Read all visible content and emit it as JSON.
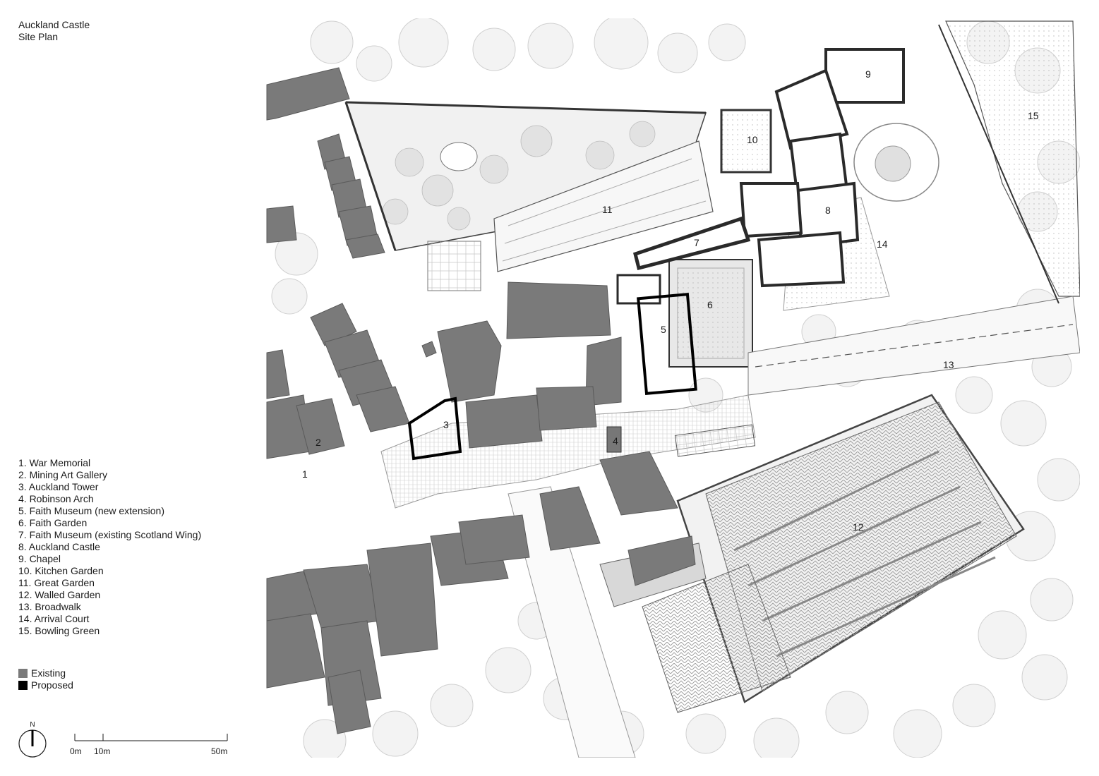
{
  "title": {
    "line1": "Auckland Castle",
    "line2": "Site Plan"
  },
  "legend": [
    "1. War Memorial",
    "2. Mining Art Gallery",
    "3. Auckland Tower",
    "4. Robinson Arch",
    "5. Faith Museum (new extension)",
    "6. Faith Garden",
    "7. Faith Museum (existing Scotland Wing)",
    "8. Auckland Castle",
    "9. Chapel",
    "10. Kitchen Garden",
    "11. Great Garden",
    "12. Walled Garden",
    "13. Broadwalk",
    "14. Arrival Court",
    "15. Bowling Green"
  ],
  "key": {
    "existing": {
      "label": "Existing",
      "color": "#7a7a7a"
    },
    "proposed": {
      "label": "Proposed",
      "color": "#000000"
    }
  },
  "north_label": "N",
  "scale": {
    "zero": "0m",
    "ten": "10m",
    "fifty": "50m"
  },
  "map_labels": {
    "n1": "1",
    "n2": "2",
    "n3": "3",
    "n4": "4",
    "n5": "5",
    "n6": "6",
    "n7": "7",
    "n8": "8",
    "n9": "9",
    "n10": "10",
    "n11": "11",
    "n12": "12",
    "n13": "13",
    "n14": "14",
    "n15": "15"
  }
}
